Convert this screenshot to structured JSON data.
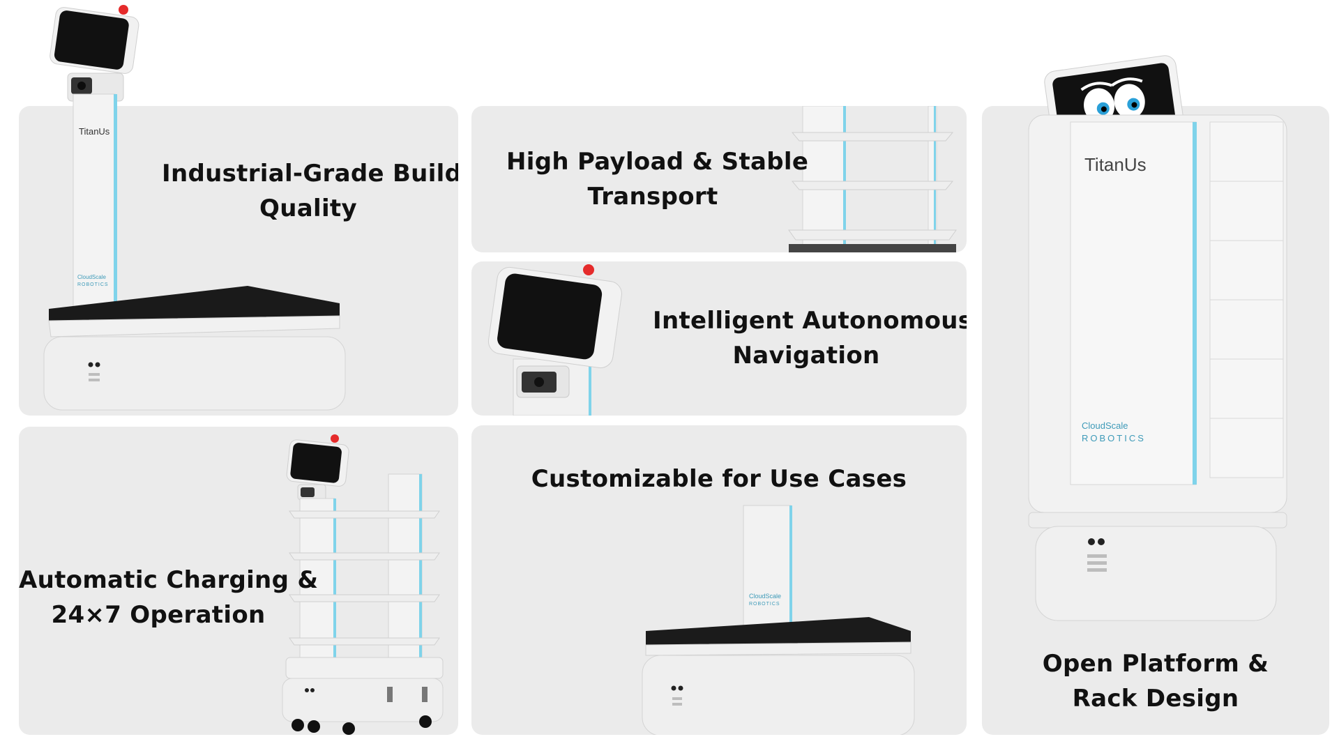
{
  "features": {
    "f1": {
      "line1": "Industrial-Grade Build",
      "line2": "Quality"
    },
    "f2": {
      "line1": "High Payload & Stable",
      "line2": "Transport"
    },
    "f3": {
      "line1": "Intelligent Autonomous",
      "line2": "Navigation"
    },
    "f4": {
      "line1": "Automatic Charging &",
      "line2": "24×7 Operation"
    },
    "f5": {
      "line1": "Customizable for Use Cases"
    },
    "f6": {
      "line1": "Open Platform &",
      "line2": "Rack Design"
    }
  },
  "brand": {
    "product_name": "TitanUs",
    "company_line1": "CloudScale",
    "company_line2": "ROBOTICS"
  },
  "colors": {
    "card_bg": "#ebebeb",
    "robot_body": "#f2f2f2",
    "accent_glow": "#7fd3ea",
    "screen": "#111111",
    "brand_text": "#3d9ab8"
  }
}
